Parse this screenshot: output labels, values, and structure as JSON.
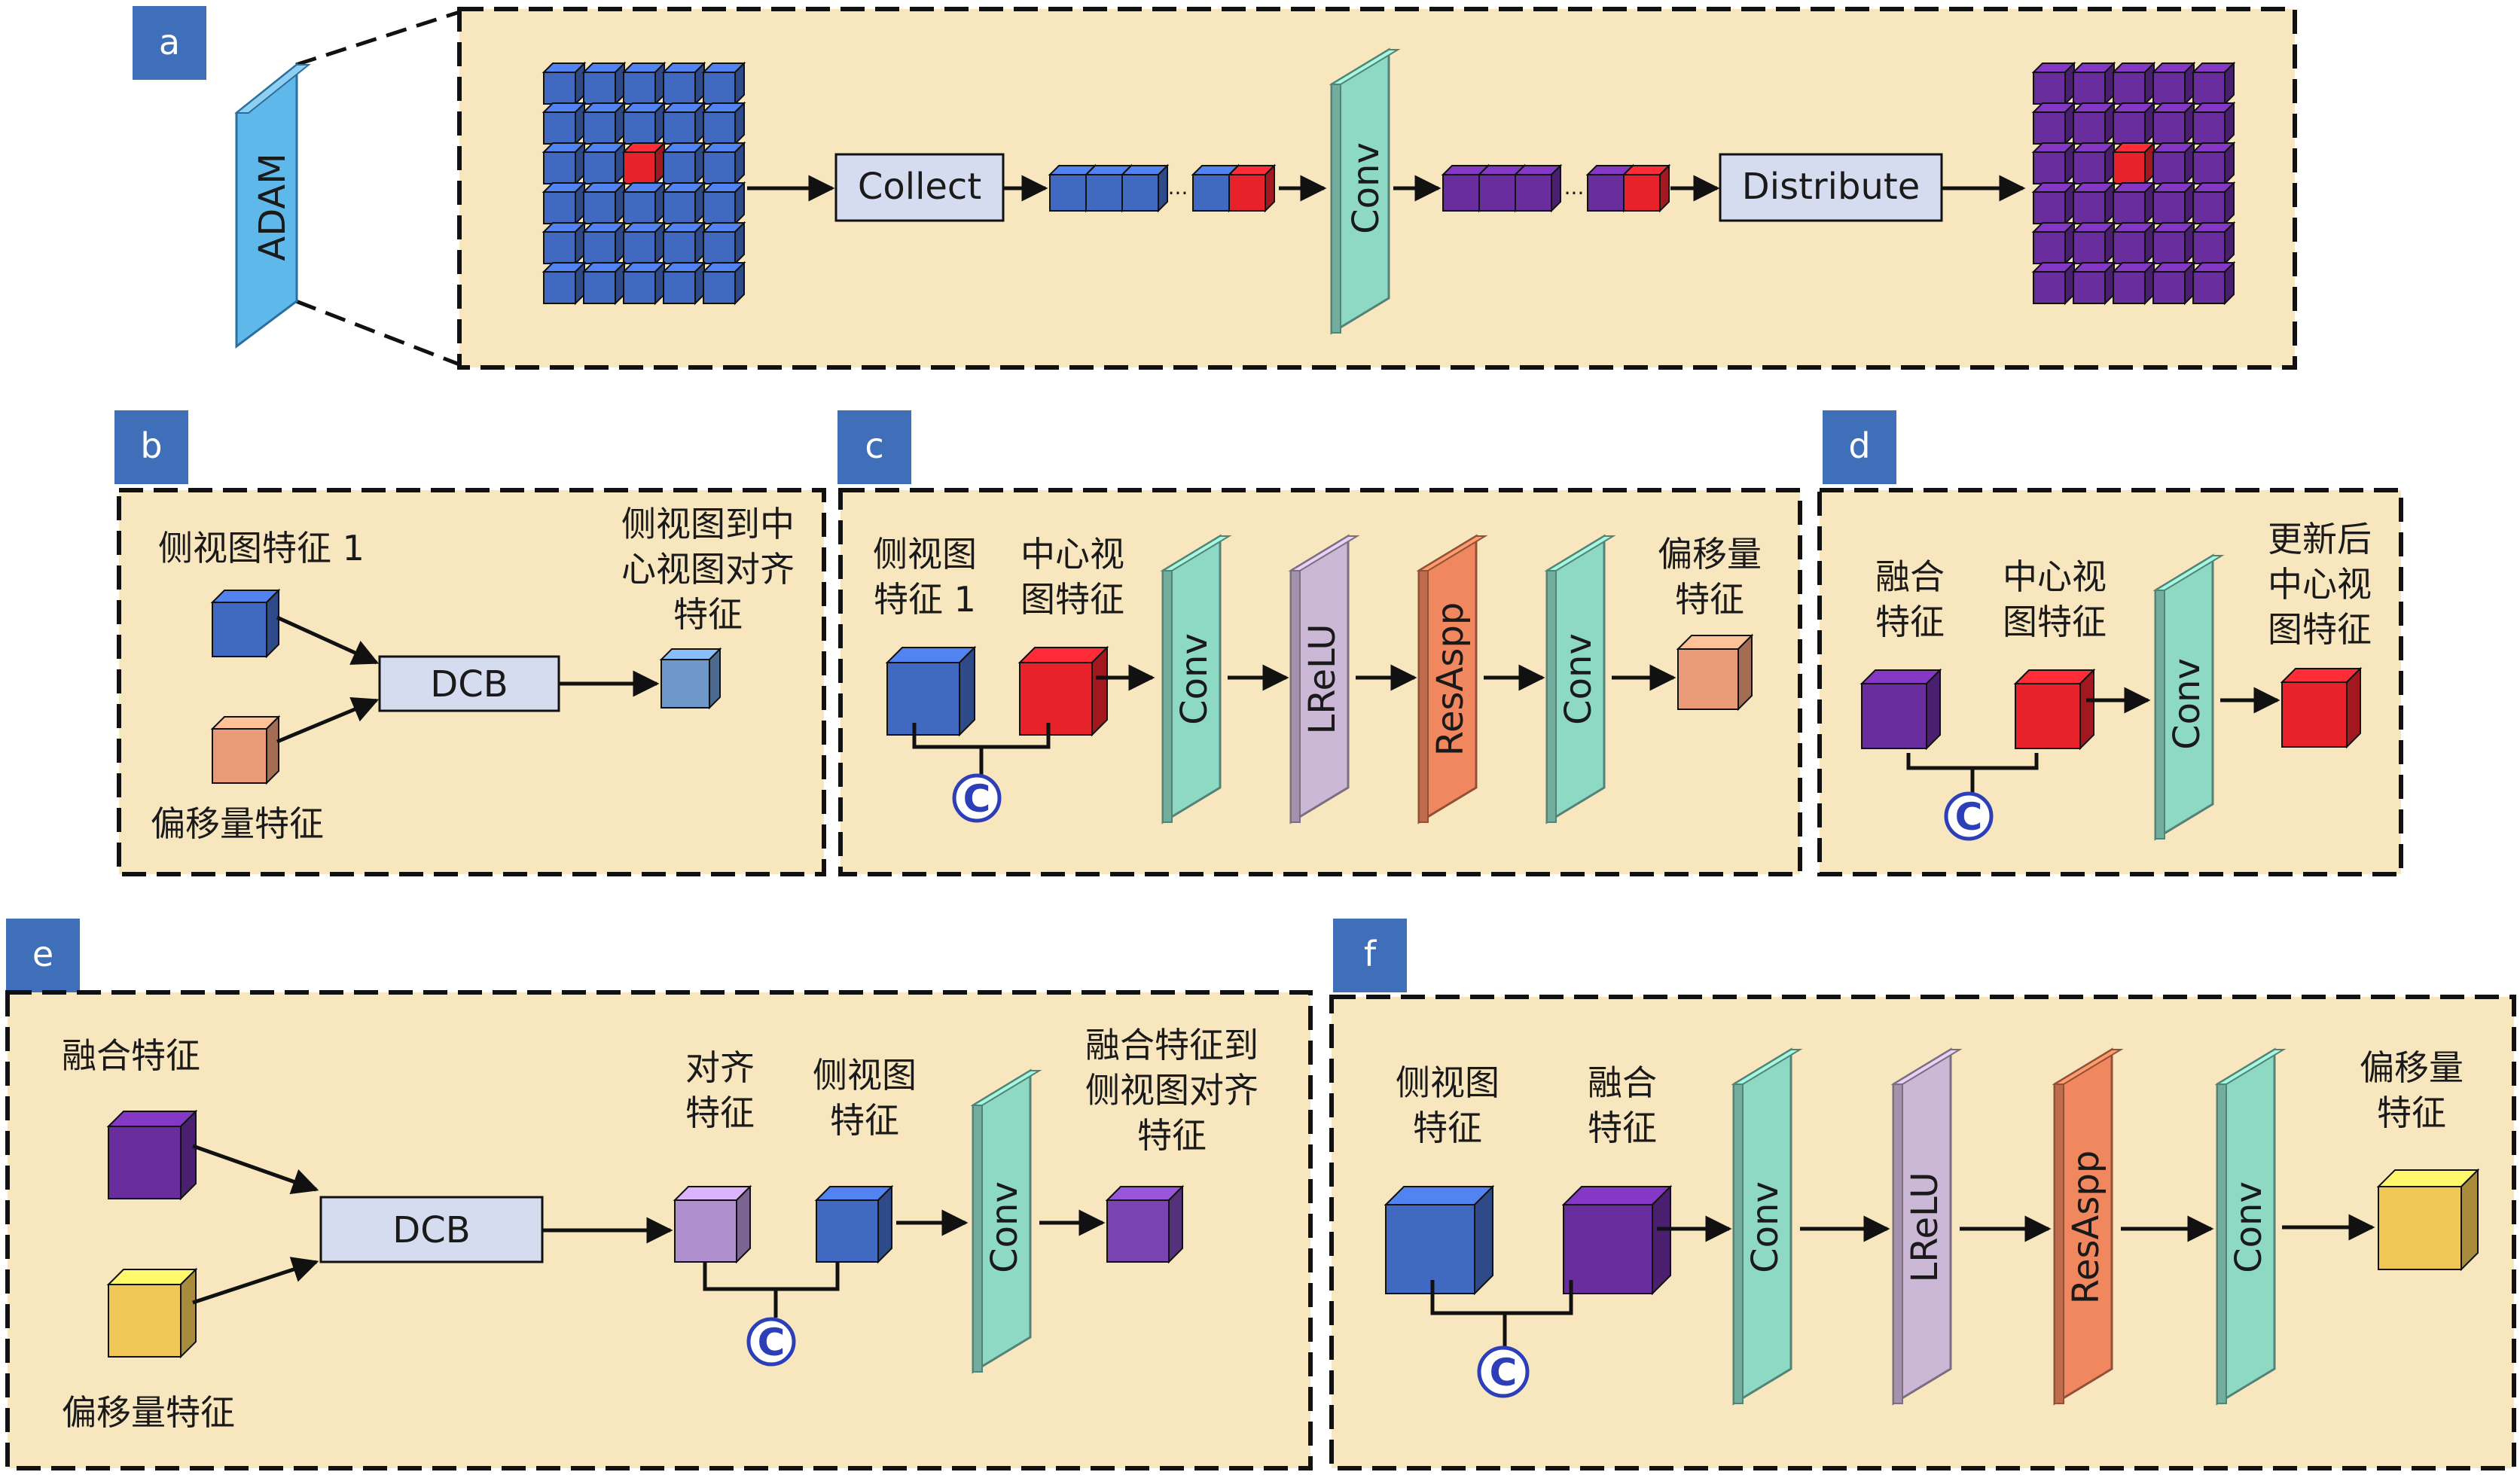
{
  "colors": {
    "panel_bg": "#f8e6bf",
    "badge": "#3f6fb8",
    "blue_cube": "#4169c2",
    "red_cube": "#e8222b",
    "purple_cube": "#6a2d9e",
    "salmon_cube": "#e99a77",
    "gold_cube": "#f0c655",
    "steel_cube": "#6d98c9",
    "lilac_cube": "#b08fcf",
    "violet_cube": "#7a44b0",
    "conv": "#8ed9c4",
    "lrelu": "#cbb7d6",
    "resaspp": "#f0875f",
    "adam": "#5fb8ea",
    "box_fill": "#d6dcf0",
    "concat": "#2c3fb8"
  },
  "panels": {
    "a": {
      "badge": "a",
      "adam": "ADAM",
      "collect": "Collect",
      "conv": "Conv",
      "distribute": "Distribute",
      "ellipsis": "..."
    },
    "b": {
      "badge": "b",
      "input1": "侧视图特征 1",
      "input2": "偏移量特征",
      "dcb": "DCB",
      "output_lines": [
        "侧视图到中",
        "心视图对齐",
        "特征"
      ]
    },
    "c": {
      "badge": "c",
      "in1_lines": [
        "侧视图",
        "特征 1"
      ],
      "in2_lines": [
        "中心视",
        "图特征"
      ],
      "concat": "C",
      "layers": [
        "Conv",
        "LReLU",
        "ResAspp",
        "Conv"
      ],
      "out_lines": [
        "偏移量",
        "特征"
      ]
    },
    "d": {
      "badge": "d",
      "in1_lines": [
        "融合",
        "特征"
      ],
      "in2_lines": [
        "中心视",
        "图特征"
      ],
      "concat": "C",
      "layer": "Conv",
      "out_lines": [
        "更新后",
        "中心视",
        "图特征"
      ]
    },
    "e": {
      "badge": "e",
      "input1": "融合特征",
      "input2": "偏移量特征",
      "dcb": "DCB",
      "mid1_lines": [
        "对齐",
        "特征"
      ],
      "mid2_lines": [
        "侧视图",
        "特征"
      ],
      "concat": "C",
      "layer": "Conv",
      "out_lines": [
        "融合特征到",
        "侧视图对齐",
        "特征"
      ]
    },
    "f": {
      "badge": "f",
      "in1_lines": [
        "侧视图",
        "特征"
      ],
      "in2_lines": [
        "融合",
        "特征"
      ],
      "concat": "C",
      "layers": [
        "Conv",
        "LReLU",
        "ResAspp",
        "Conv"
      ],
      "out_lines": [
        "偏移量",
        "特征"
      ]
    }
  }
}
